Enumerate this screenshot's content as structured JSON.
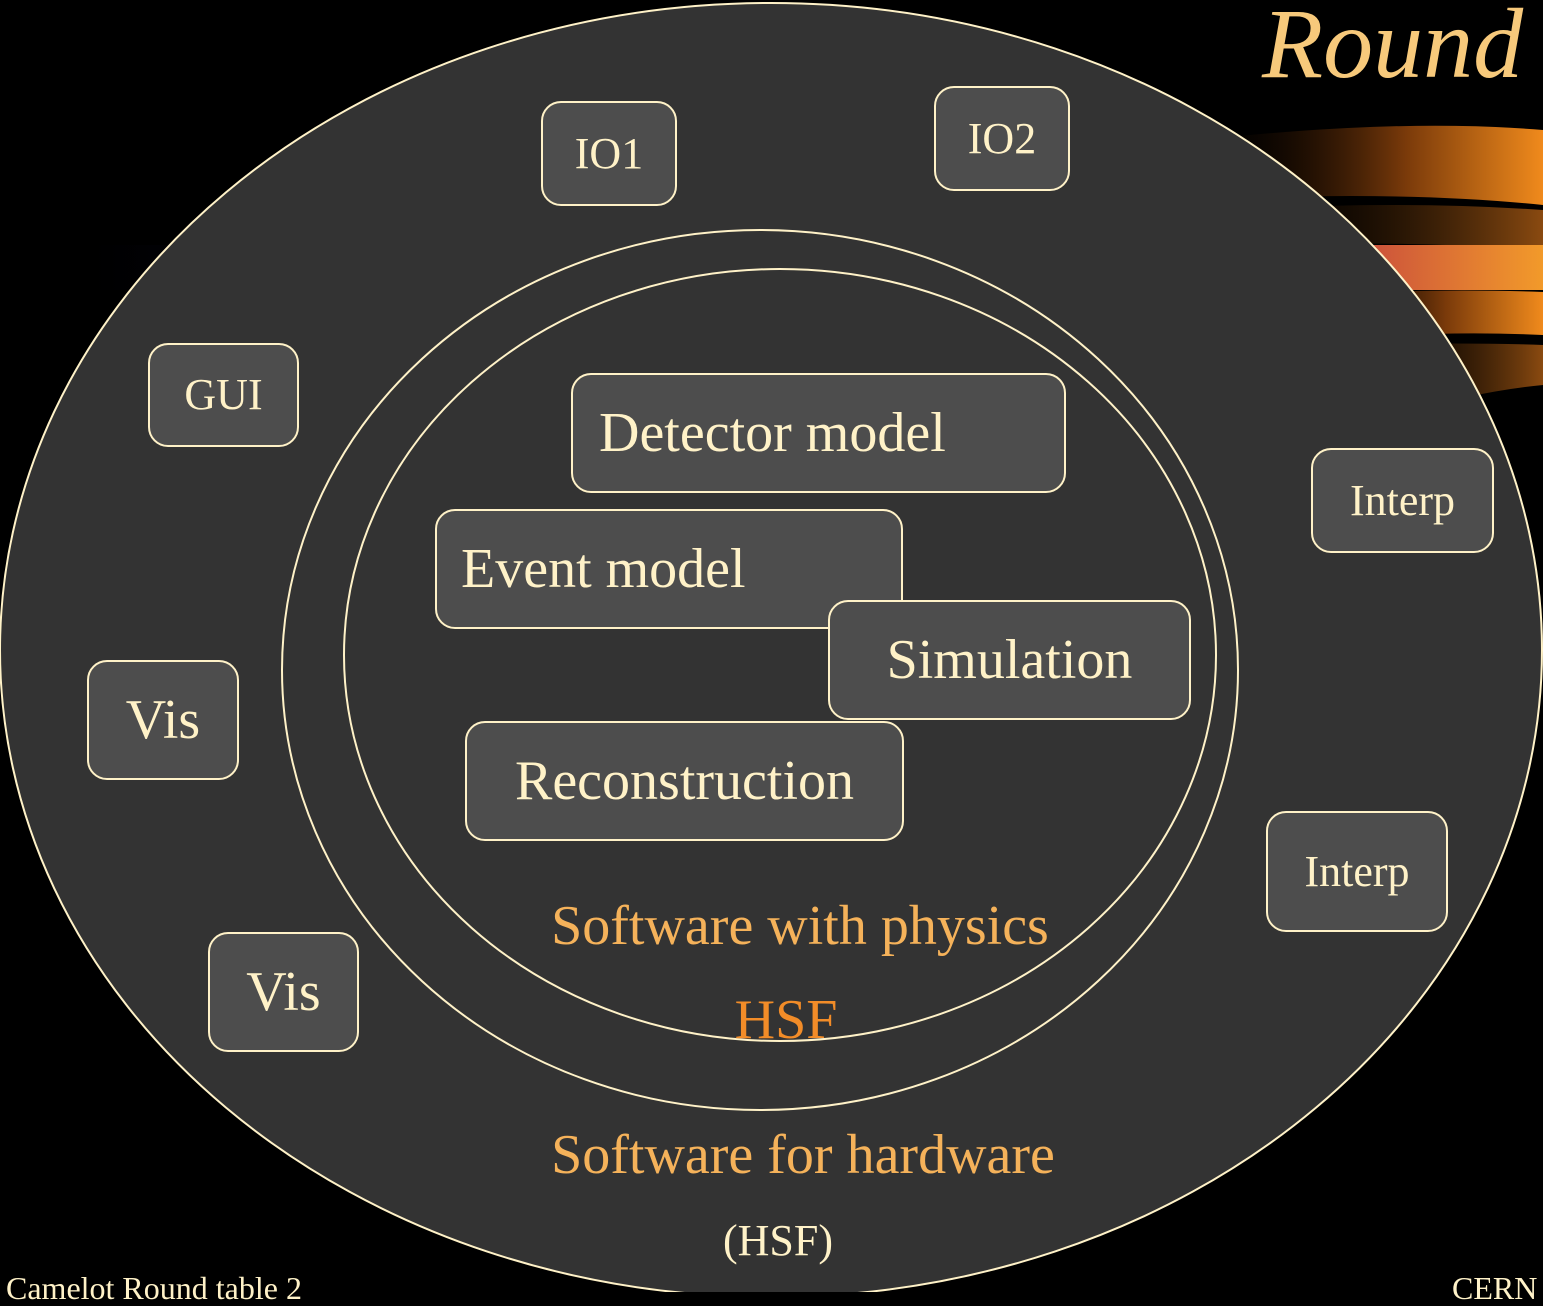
{
  "title": "Round",
  "outer_components": [
    "IO1",
    "IO2",
    "GUI",
    "Interp",
    "Vis",
    "Interp",
    "Vis"
  ],
  "core_components": [
    "Detector model",
    "Event model",
    "Simulation",
    "Reconstruction"
  ],
  "inner_ring_label": "Software with physics",
  "inner_ring_sublabel": "HSF",
  "outer_ring_label": "Software for hardware",
  "outer_ring_sublabel": "(HSF)",
  "footer": {
    "left": "Camelot Round table 2",
    "right": "CERN"
  },
  "colors": {
    "background": "#000000",
    "disc_fill": "#333333",
    "box_fill": "#4d4d4d",
    "outline": "#fff2c8",
    "label_orange": "#f5b25a",
    "hsf_orange": "#f28c28",
    "title": "#f7c97b"
  }
}
